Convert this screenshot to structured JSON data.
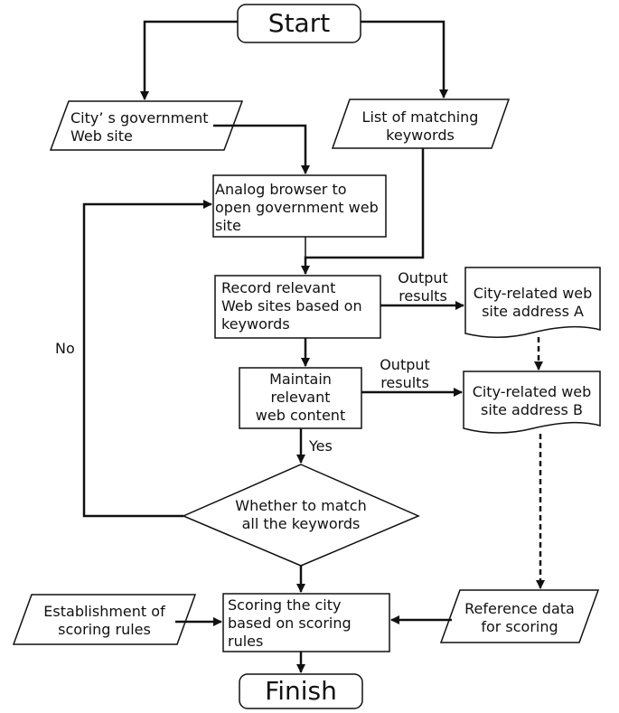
{
  "nodes": {
    "start": "Start",
    "gov_site": "City’ s government\nWeb site",
    "keywords": "List of matching\nkeywords",
    "analog": "Analog browser to\nopen government web\nsite",
    "record": "Record relevant\nWeb sites based on\nkeywords",
    "addr_a": "City-related web\nsite address A",
    "maintain": "Maintain\nrelevant\nweb content",
    "addr_b": "City-related web\nsite address B",
    "decision": "Whether to match\nall the keywords",
    "rules": "Establishment of\nscoring rules",
    "scoring": "Scoring the city\nbased on scoring\nrules",
    "reference": "Reference data\nfor scoring",
    "finish": "Finish"
  },
  "edge_labels": {
    "output1": "Output\nresults",
    "output2": "Output\nresults",
    "no": "No",
    "yes": "Yes"
  }
}
